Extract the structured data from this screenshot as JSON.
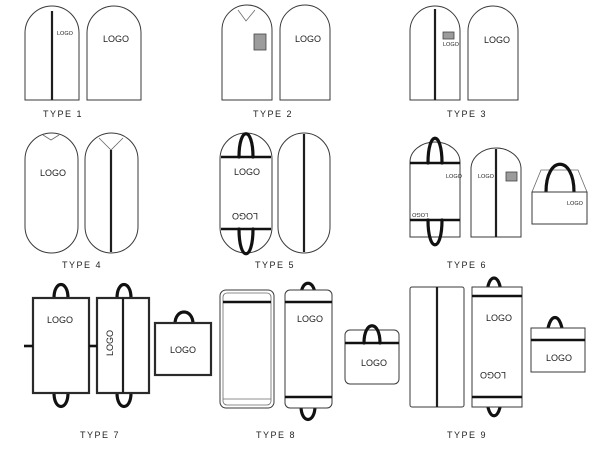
{
  "logo_text": "LOGO",
  "inverted_logo_text": "LOGO",
  "captions": {
    "type1": "TYPE 1",
    "type2": "TYPE 2",
    "type3": "TYPE 3",
    "type4": "TYPE 4",
    "type5": "TYPE 5",
    "type6": "TYPE 6",
    "type7": "TYPE 7",
    "type8": "TYPE 8",
    "type9": "TYPE 9"
  },
  "colors": {
    "outline": "#3a3a3a",
    "band": "#111111",
    "patch": "#9c9c9c",
    "background": "#ffffff"
  }
}
